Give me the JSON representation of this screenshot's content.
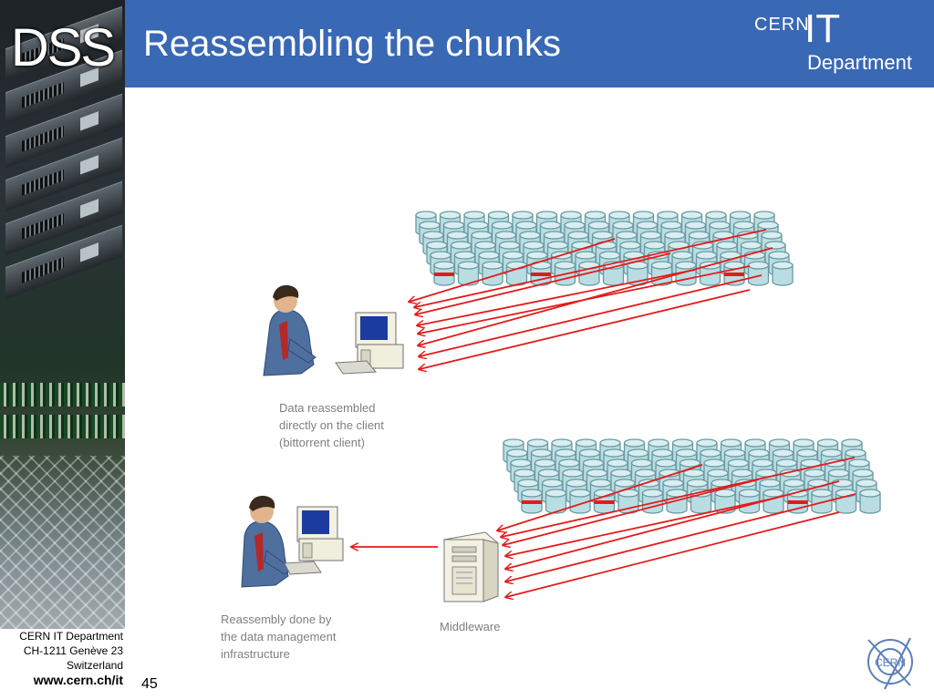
{
  "slide": {
    "brand": "DSS",
    "title": "Reassembling the chunks",
    "page_number": "45"
  },
  "logo": {
    "cern": "CERN",
    "it": "IT",
    "department": "Department",
    "emblem": "CERN"
  },
  "diagram": {
    "top_caption": [
      "Data reassembled",
      "directly on the client",
      "(bittorrent client)"
    ],
    "bottom_caption": [
      "Reassembly done by",
      "the data management",
      "infrastructure"
    ],
    "middleware_label": "Middleware"
  },
  "footer": {
    "address": [
      "CERN IT Department",
      "CH-1211 Genève 23",
      "Switzerland"
    ],
    "url": "www.cern.ch/it"
  },
  "colors": {
    "header_blue": "#3968b4",
    "arrow_red": "#e21b1b",
    "disk_fill": "#b9dde3",
    "disk_stroke": "#6b9aa1",
    "chunk_red": "#e21b1b"
  }
}
